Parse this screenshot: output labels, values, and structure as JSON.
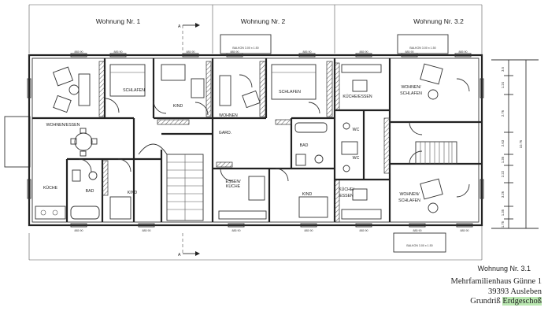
{
  "headers": {
    "w1": "Wohnung Nr. 1",
    "w2": "Wohnung Nr. 2",
    "w32": "Wohnung Nr. 3.2",
    "w31": "Wohnung Nr. 3.1"
  },
  "section_marker": "A",
  "balconies": {
    "top_mid": "BALKON 3.00 x 1.50",
    "top_right": "BALKON 3.00 x 1.50",
    "bottom_right": "BALKON 3.00 x 1.50"
  },
  "rooms": {
    "w1_wohnen_essen": "WOHNEN/ESSEN",
    "w1_schlafen": "SCHLAFEN",
    "w1_kind_top": "KIND",
    "w1_kueche": "KÜCHE",
    "w1_bad": "BAD",
    "w1_kind_bottom": "KIND",
    "w2_wohnen": "WOHNEN",
    "w2_schlafen": "SCHLAFEN",
    "w2_gard": "GARD.",
    "w2_bad": "BAD",
    "w2_essen": "ESSEN/",
    "w2_kueche": "KÜCHE",
    "w2_kind": "KIND",
    "w3_kueche_essen_top": "KÜCHE/ESSEN",
    "w3_wohnen_top_1": "WOHNEN/",
    "w3_wohnen_top_2": "SCHLAFEN",
    "w3_wc_top": "WC",
    "w3_wc_bottom": "WC",
    "w3_kueche_bottom_1": "KÜCHE/",
    "w3_kueche_bottom_2": "ESSEN",
    "w3_wohnen_bottom_1": "WOHNEN/",
    "w3_wohnen_bottom_2": "SCHLAFEN"
  },
  "window_tags": {
    "t1": "885 90",
    "t2": "885 90",
    "t3": "885 90",
    "t4": "885 90",
    "t5": "885 90",
    "t6": "885 90",
    "t7": "885 90",
    "t8": "885 90",
    "b1": "885 90",
    "b2": "885 90",
    "b3": "885 90",
    "b4": "885 90",
    "b5": "885 90",
    "b6": "885 90",
    "b7": "885 90"
  },
  "dimensions": [
    "3.5",
    "1.24",
    "2.76",
    "2.63",
    "1.36",
    "2.22",
    "3.26",
    "1.35",
    "10.76",
    "1.75"
  ],
  "title_block": {
    "line1": "Mehrfamilienhaus Günne 1",
    "line2": "39393 Ausleben",
    "line3_prefix": "Grundriß ",
    "line3_highlight": "Erdgeschoß"
  },
  "colors": {
    "line": "#222222",
    "highlight": "#b9e7b0"
  }
}
